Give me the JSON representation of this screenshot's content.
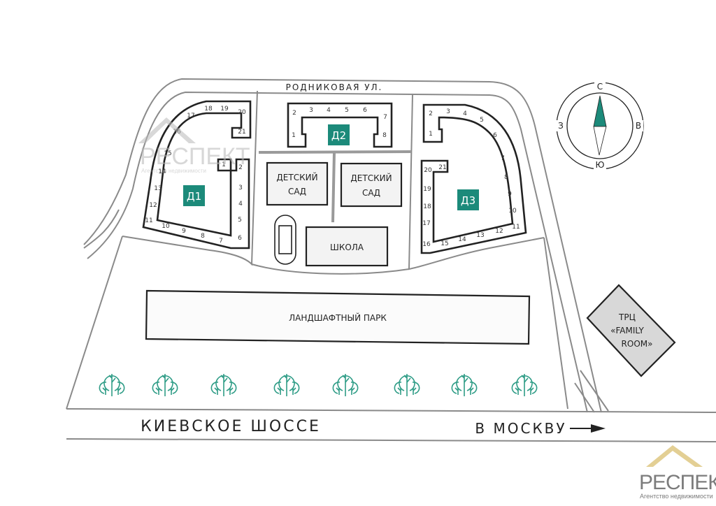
{
  "streets": {
    "top": "РОДНИКОВАЯ УЛ.",
    "bottom": "КИЕВСКОЕ ШОССЕ",
    "direction": "В МОСКВУ"
  },
  "buildings": {
    "d1": {
      "label": "Д1",
      "sections": [
        "1",
        "2",
        "3",
        "4",
        "5",
        "6",
        "7",
        "8",
        "9",
        "10",
        "11",
        "12",
        "13",
        "14",
        "15",
        "16",
        "17",
        "18",
        "19",
        "20",
        "21"
      ]
    },
    "d2": {
      "label": "Д2",
      "sections": [
        "1",
        "2",
        "3",
        "4",
        "5",
        "6",
        "7",
        "8"
      ]
    },
    "d3": {
      "label": "Д3",
      "sections": [
        "1",
        "2",
        "3",
        "4",
        "5",
        "6",
        "7",
        "8",
        "9",
        "10",
        "11",
        "12",
        "13",
        "14",
        "15",
        "16",
        "17",
        "18",
        "19",
        "20",
        "21"
      ]
    }
  },
  "facilities": {
    "kindergarten1": [
      "ДЕТСКИЙ",
      "САД"
    ],
    "kindergarten2": [
      "ДЕТСКИЙ",
      "САД"
    ],
    "school": "ШКОЛА",
    "park": "ЛАНДШАФТНЫЙ ПАРК",
    "mall": [
      "ТРЦ",
      "«FAMILY",
      "ROOM»"
    ]
  },
  "compass": {
    "north": "С",
    "south": "Ю",
    "west": "З",
    "east": "В"
  },
  "trees_count": 8,
  "colors": {
    "accent": "#1c8a7a",
    "tree": "#2e9c86",
    "logo_roof": "#e3cf94",
    "logo_text": "#7c7c7c"
  },
  "logo": {
    "name": "РЕСПЕКТ",
    "subtitle": "Агентство недвижимости"
  },
  "watermark": {
    "name": "РЕСПЕКТ",
    "subtitle": "Агентство недвижимости"
  }
}
